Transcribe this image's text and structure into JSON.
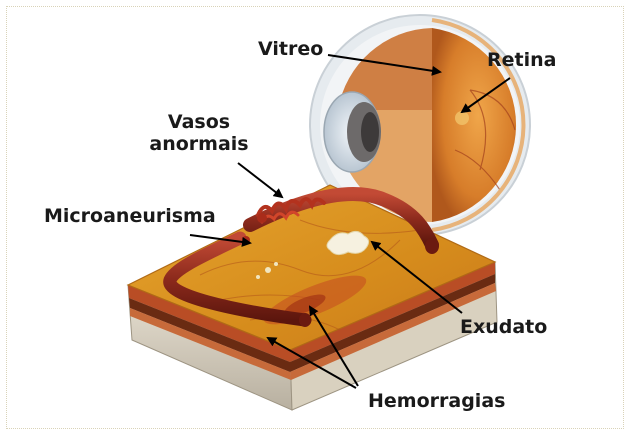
{
  "labels": {
    "vitreo": "Vitreo",
    "retina": "Retina",
    "vasos_anormais_line1": "Vasos",
    "vasos_anormais_line2": "anormais",
    "microaneurisma": "Microaneurisma",
    "exudato": "Exudato",
    "hemorragias": "Hemorragias"
  },
  "colors": {
    "retina_surface": "#d8951f",
    "vessel": "#8c2a1c",
    "eye_orange": "#d9842c",
    "arrow": "#000000"
  }
}
